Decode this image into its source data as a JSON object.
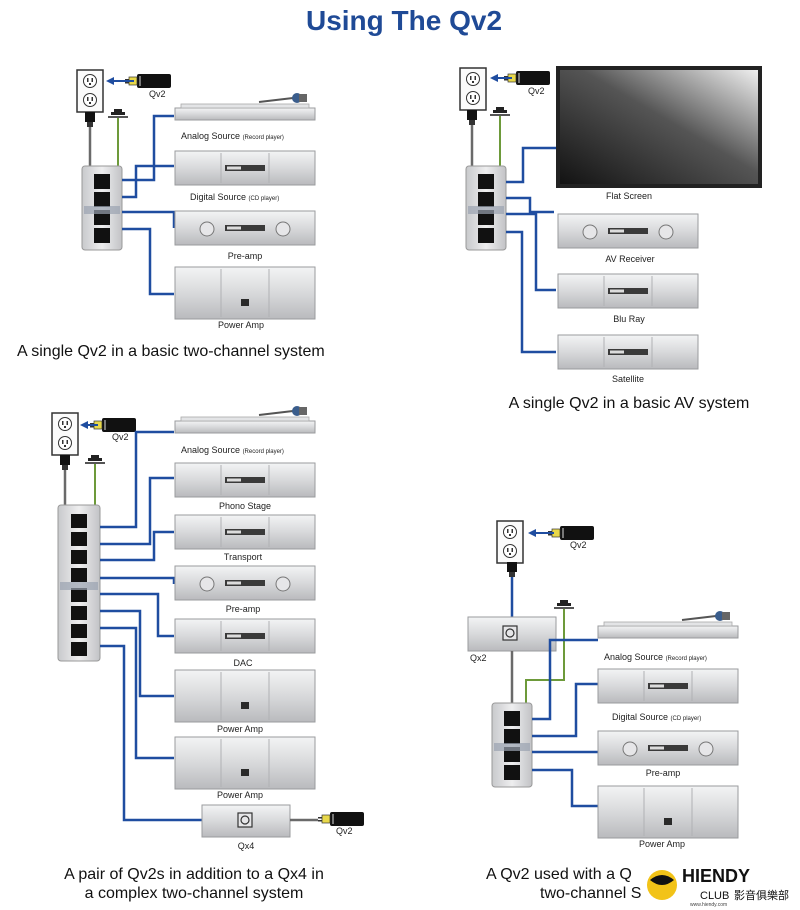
{
  "title": "Using The Qv2",
  "labels": {
    "qv2": "Qv2",
    "qx2": "Qx2",
    "qx4": "Qx4",
    "qv2_marking": "Qv2",
    "analog_source": "Analog Source",
    "record_player": "(Record player)",
    "digital_source": "Digital Source",
    "cd_player": "(CD player)",
    "pre_amp": "Pre-amp",
    "power_amp": "Power Amp",
    "flat_screen": "Flat Screen",
    "av_receiver": "AV Receiver",
    "blu_ray": "Blu Ray",
    "satellite": "Satellite",
    "phono_stage": "Phono Stage",
    "transport": "Transport",
    "dac": "DAC"
  },
  "captions": {
    "basic_two_channel": "A single Qv2 in a basic two-channel system",
    "basic_av": "A single Qv2 in a basic AV system",
    "complex_line1": "A pair of Qv2s in addition to a Qx4 in",
    "complex_line2": "a complex two-channel system",
    "qx2_line1": "A Qv2 used with a Q",
    "qx2_line2": "two-channel S"
  },
  "watermark": {
    "brand": "HIENDY",
    "brand_sub": "影音俱樂部",
    "club": "CLUB",
    "url": "www.hiendy.com"
  },
  "colors": {
    "title": "#1f4a96",
    "wire": "#1f4da0",
    "ground_wire": "#6d9a3a",
    "component_silver": "#d9dadc"
  }
}
